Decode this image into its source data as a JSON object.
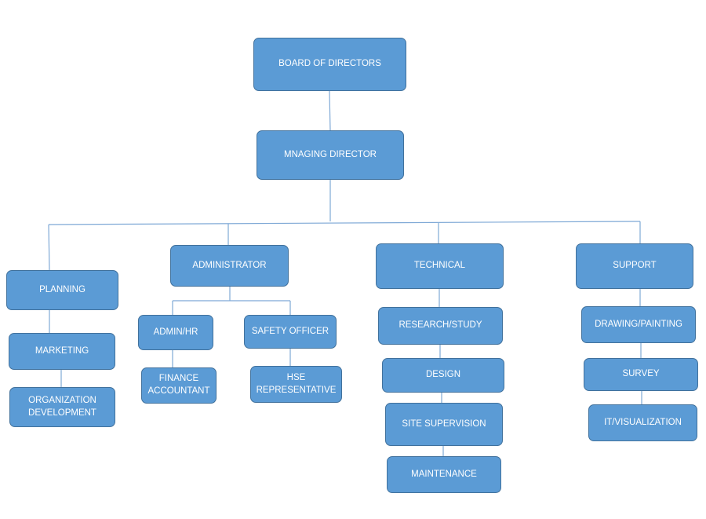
{
  "nodes": {
    "board": "BOARD OF DIRECTORS",
    "md": "MNAGING DIRECTOR",
    "planning": "PLANNING",
    "marketing": "MARKETING",
    "org_dev": "ORGANIZATION\nDEVELOPMENT",
    "administrator": "ADMINISTRATOR",
    "admin_hr": "ADMIN/HR",
    "finance": "FINANCE\nACCOUNTANT",
    "safety": "SAFETY OFFICER",
    "hse": "HSE\nREPRESENTATIVE",
    "technical": "TECHNICAL",
    "research": "RESEARCH/STUDY",
    "design": "DESIGN",
    "site_supervision": "SITE SUPERVISION",
    "maintenance": "MAINTENANCE",
    "support": "SUPPORT",
    "drawing": "DRAWING/PAINTING",
    "survey": "SURVEY",
    "it": "IT/VISUALIZATION"
  },
  "colors": {
    "box_fill": "#5b9bd5",
    "box_border": "#41719c",
    "connector": "#7fa9d6",
    "text": "#ffffff"
  }
}
